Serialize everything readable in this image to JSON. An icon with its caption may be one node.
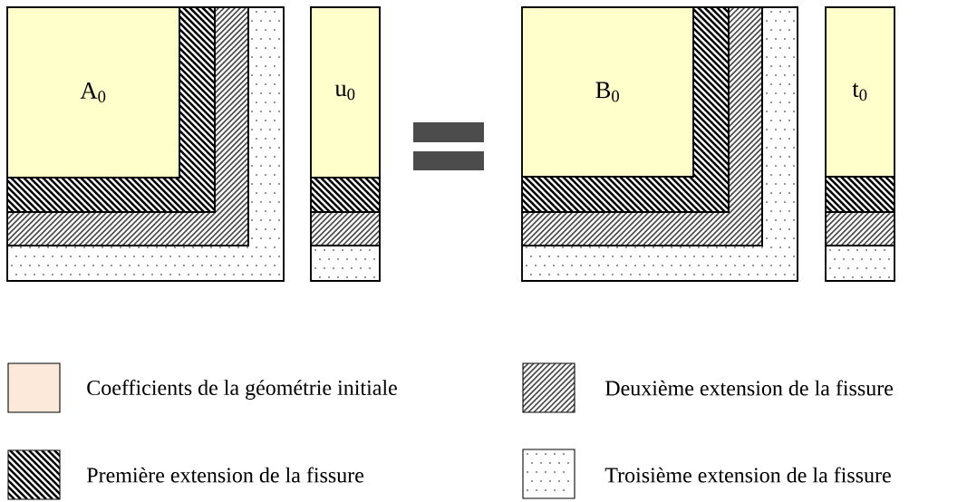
{
  "diagram": {
    "nodes": [
      {
        "text": [
          "A$_{0}$"
        ]
      },
      {
        "text": [
          "u$_{0}$"
        ]
      },
      {
        "text": [
          "B$_{0}$"
        ]
      },
      {
        "text": [
          "t$_{0}$"
        ]
      }
    ],
    "legend": [
      {
        "text": "Coefficients de la géométrie initiale",
        "color": "#fde9d9"
      },
      {
        "text": "Première extension de la fissure"
      },
      {
        "text": "Deuxième extension de la fissure"
      },
      {
        "text": "Troisième extension de la fissure"
      }
    ]
  }
}
